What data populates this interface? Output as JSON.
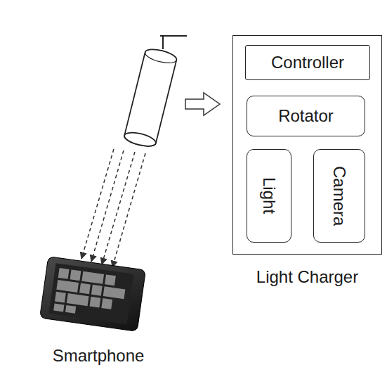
{
  "diagram": {
    "nodes": [
      {
        "text": [
          "Light Charger"
        ]
      },
      {
        "text": [
          "Controller"
        ],
        "in": 0
      },
      {
        "text": [
          "Rotator"
        ],
        "in": 0
      },
      {
        "text": [
          "Light"
        ],
        "in": 0
      },
      {
        "text": [
          "Camera"
        ],
        "in": 0
      }
    ],
    "labels": [
      "Smartphone"
    ]
  }
}
